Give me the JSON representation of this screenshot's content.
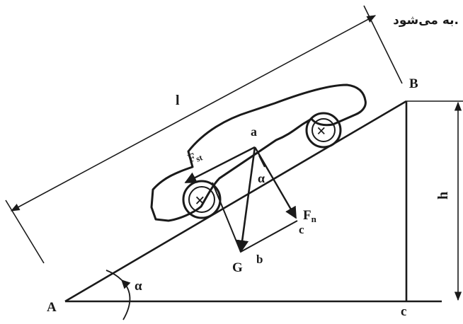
{
  "caption": "به می‌شود.",
  "labels": {
    "A": "A",
    "B": "B",
    "c_bottom": "c",
    "l": "l",
    "h": "h",
    "alpha_base": "α",
    "alpha_force": "α",
    "a": "a",
    "b": "b",
    "c_force": "c",
    "G": "G",
    "Fn_main": "F",
    "Fn_sub": "n",
    "Fst_main": "F",
    "Fst_sub": "st"
  },
  "colors": {
    "ink": "#1a1a1a",
    "background": "#ffffff"
  }
}
